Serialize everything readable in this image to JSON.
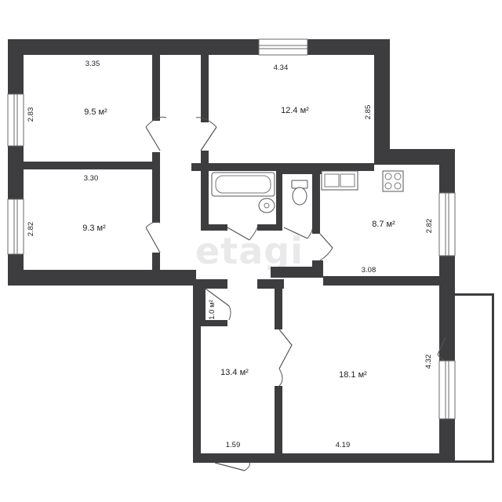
{
  "watermark": "etagi",
  "rooms": [
    {
      "id": "bedroom-1",
      "area": "9.5 м²",
      "width": "3.35",
      "depth": "2.83"
    },
    {
      "id": "bedroom-2",
      "area": "12.4 м²",
      "width": "4.34",
      "depth": "2.85"
    },
    {
      "id": "bedroom-3",
      "area": "9.3 м²",
      "width": "3.30",
      "depth": "2.82"
    },
    {
      "id": "kitchen",
      "area": "8.7 м²",
      "width": "3.08",
      "depth": "2.82"
    },
    {
      "id": "closet",
      "area": "1.0 м²"
    },
    {
      "id": "hall",
      "area": "13.4 м²",
      "width": "1.59"
    },
    {
      "id": "living-room",
      "area": "18.1 м²",
      "width": "4.19",
      "depth": "4.32"
    }
  ],
  "colors": {
    "wall": "#3d3d3f",
    "background": "#ffffff"
  }
}
